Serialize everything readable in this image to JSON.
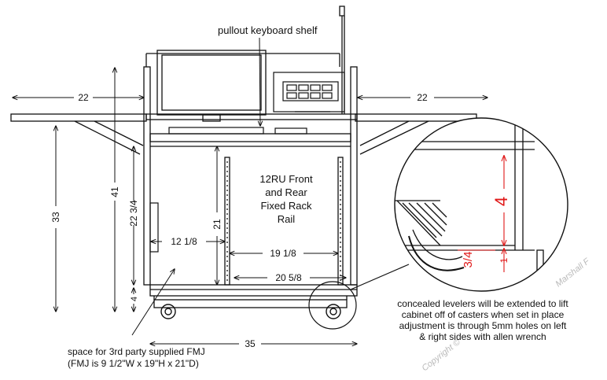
{
  "callouts": {
    "keyboard_shelf": "pullout keyboard shelf",
    "rack_rail_line1": "12RU Front",
    "rack_rail_line2": "and Rear",
    "rack_rail_line3": "Fixed Rack",
    "rack_rail_line4": "Rail",
    "fmj_line1": "space for 3rd party supplied FMJ",
    "fmj_line2": "(FMJ is 9 1/2\"W x 19\"H x 21\"D)",
    "levelers_line1": "concealed levelers will be extended to lift",
    "levelers_line2": "cabinet off of casters when set in place",
    "levelers_line3": "adjustment is through 5mm holes on left",
    "levelers_line4": "& right sides with allen wrench"
  },
  "dimensions": {
    "left_wing": "22",
    "right_wing": "22",
    "overall_height": "33",
    "cabinet_height": "41",
    "interior_height": "22 3/4",
    "base_height": "4",
    "rail_height": "21",
    "fmj_width": "12 1/8",
    "rail_width": "19 1/8",
    "interior_width": "20 5/8",
    "overall_width": "35",
    "detail_leveler_height": "4",
    "detail_leveler_lift": "3/4",
    "detail_leveler_offset": "1"
  },
  "watermark": {
    "brand": "Marshall F",
    "copyright": "Copyright ©"
  },
  "colors": {
    "line": "#111111",
    "detail_dimension": "#e01818",
    "watermark": "#b9b9b9"
  }
}
